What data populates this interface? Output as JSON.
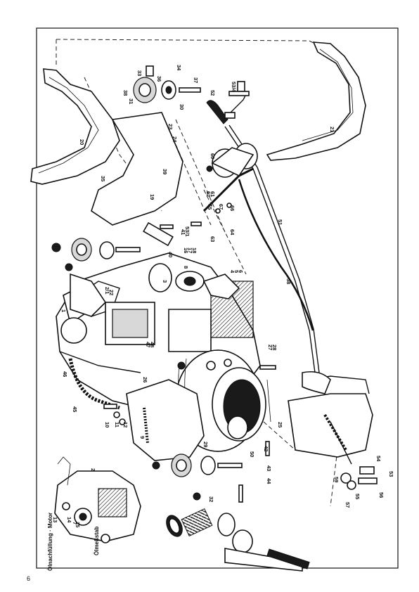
{
  "page_number": "6",
  "inset_caption": "Ölnachfüllung · Motor",
  "inset_caption_2": "Ölmeßstab",
  "part_labels": [
    "1",
    "2",
    "2/1",
    "3",
    "4",
    "5",
    "6",
    "7",
    "8",
    "9",
    "10",
    "11",
    "12",
    "13",
    "14",
    "15",
    "16",
    "17",
    "18",
    "19",
    "20",
    "21",
    "22",
    "23",
    "24",
    "25",
    "26",
    "27",
    "28",
    "29",
    "30",
    "31",
    "32",
    "33",
    "34",
    "35",
    "36",
    "37",
    "38",
    "39",
    "40",
    "41",
    "42",
    "43",
    "44",
    "45",
    "46",
    "47",
    "48",
    "50",
    "51",
    "52",
    "53",
    "54",
    "55",
    "56",
    "57",
    "58",
    "59",
    "60",
    "61",
    "62",
    "63",
    "64",
    "65",
    "66",
    "67",
    "53/1",
    "53/4"
  ]
}
